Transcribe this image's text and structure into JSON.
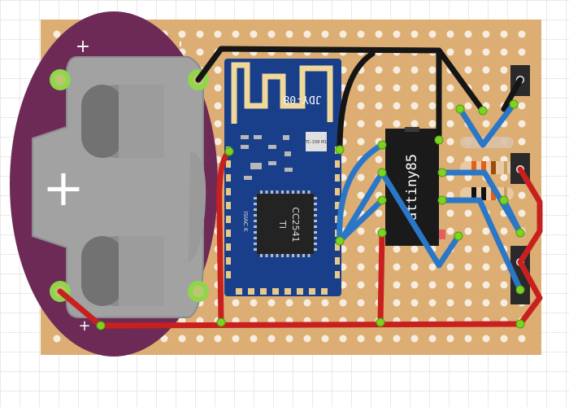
{
  "battery": {
    "plus_label": "+",
    "minus_label": "-",
    "big_plus": "+"
  },
  "ble_module": {
    "model": "JDY-08",
    "chip_vendor": "TI",
    "chip_model": "CC2541",
    "chip_marking": "ISIAC K",
    "small_marking": "TC-338\nM1"
  },
  "mcu": {
    "name": "attiny85"
  },
  "colors": {
    "board": "#dcae73",
    "battery_holder": "#6e2a56",
    "ble_pcb": "#1a3f8a",
    "red_wire": "#c8201f",
    "blue_wire": "#2a77c8",
    "black_wire": "#151515",
    "pin_ring": "#7ed321"
  }
}
